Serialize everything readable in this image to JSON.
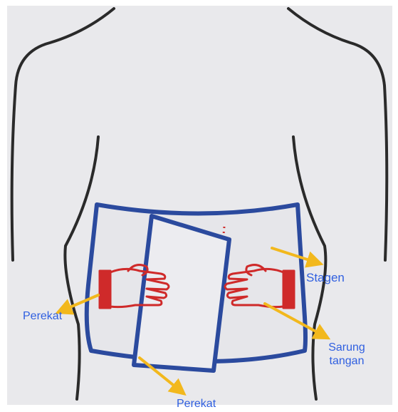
{
  "labels": {
    "stagen": "Stagen",
    "sarung_line1": "Sarung",
    "sarung_line2": "tangan",
    "perekat_left": "Perekat",
    "perekat_bottom": "Perekat"
  },
  "colors": {
    "paper": "#e9e9ec",
    "ink_black": "#2a2a2a",
    "binder_blue": "#2b4a9e",
    "glove_red": "#cf2a2a",
    "arrow_yellow": "#f2b81d",
    "label_blue": "#2f5fe0"
  }
}
